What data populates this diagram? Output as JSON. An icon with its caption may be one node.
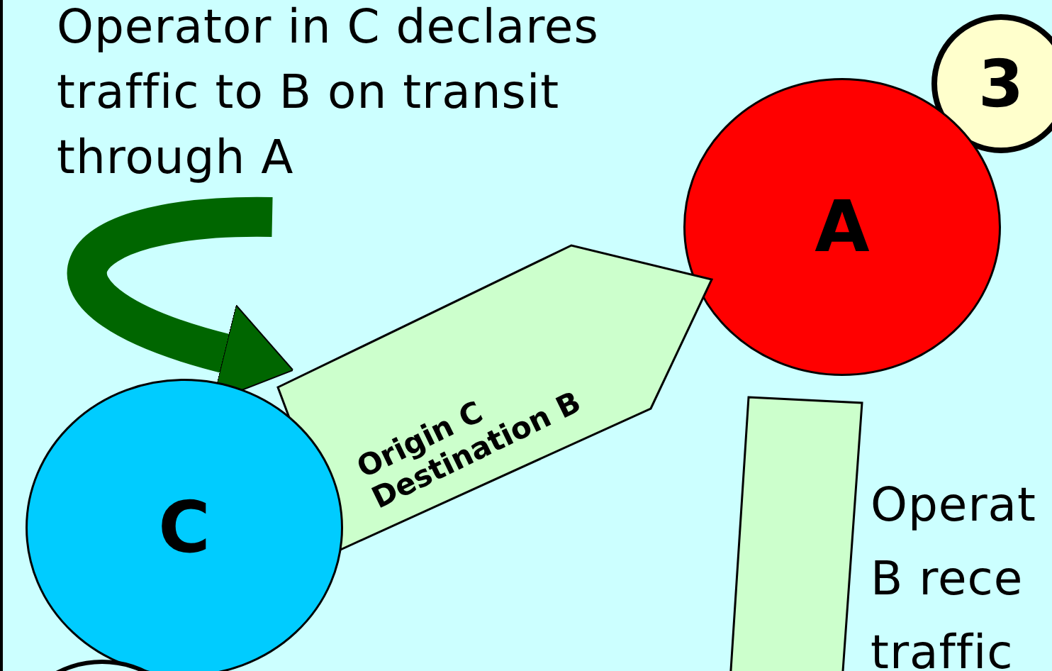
{
  "diagram": {
    "nodes": [
      {
        "text": [
          "3"
        ]
      },
      {
        "text": [
          "A"
        ]
      },
      {
        "text": [
          "Origin C Destination B"
        ]
      },
      {
        "text": [
          "C"
        ]
      },
      {
        "text": [],
        "shape": "bar"
      },
      {
        "text": [],
        "shape": "circle"
      }
    ],
    "edges": [
      {
        "from": null,
        "to": 2,
        "arrow": "to",
        "color": "#006600"
      }
    ],
    "labels": [
      "Operator in C declares traffic to B on transit through A",
      "Operat B rece traffic"
    ]
  }
}
